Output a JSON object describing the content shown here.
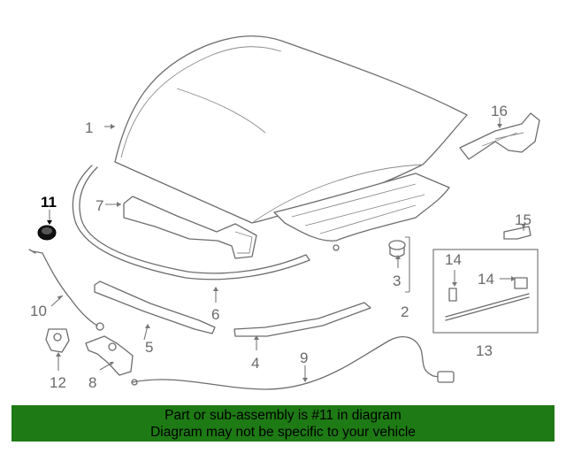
{
  "callouts": {
    "c1": "1",
    "c2": "2",
    "c3": "3",
    "c4": "4",
    "c5": "5",
    "c6": "6",
    "c7": "7",
    "c8": "8",
    "c9": "9",
    "c10": "10",
    "c11": "11",
    "c12": "12",
    "c13": "13",
    "c14a": "14",
    "c14b": "14",
    "c15": "15",
    "c16": "16"
  },
  "highlighted_part": "11",
  "footer": {
    "line1": "Part or sub-assembly is #11 in diagram",
    "line2": "Diagram may not be specific to your vehicle",
    "background": "#1e7a14"
  }
}
